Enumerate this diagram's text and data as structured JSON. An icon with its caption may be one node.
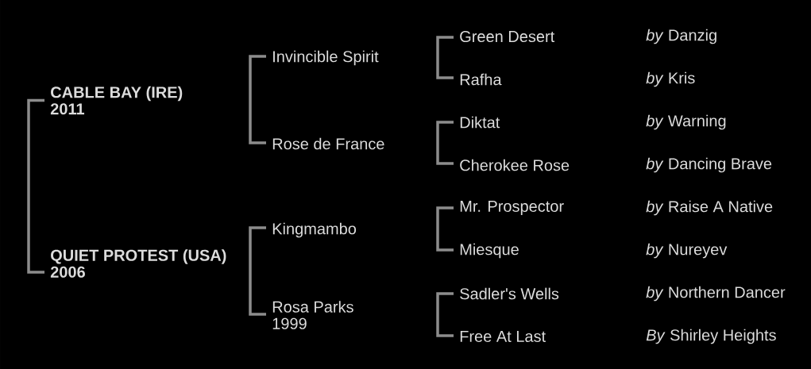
{
  "diagram": {
    "nodes": [
      {
        "text": [
          "CABLE BAY (IRE)",
          "2011"
        ]
      },
      {
        "text": [
          "QUIET PROTEST (USA)",
          "2006"
        ]
      },
      {
        "text": [
          "Invincible Spirit"
        ]
      },
      {
        "text": [
          "Rose de France"
        ]
      },
      {
        "text": [
          "Kingmambo"
        ]
      },
      {
        "text": [
          "Rosa Parks",
          "1999"
        ]
      },
      {
        "text": [
          "Green Desert"
        ]
      },
      {
        "text": [
          "Rafha"
        ]
      },
      {
        "text": [
          "Diktat"
        ]
      },
      {
        "text": [
          "Cherokee Rose"
        ]
      },
      {
        "text": [
          "Mr. Prospector"
        ]
      },
      {
        "text": [
          "Miesque"
        ]
      },
      {
        "text": [
          "Sadler's Wells"
        ]
      },
      {
        "text": [
          "Free At Last"
        ]
      }
    ],
    "edges": [
      {
        "from": 0,
        "to": 1,
        "arrow": "none"
      },
      {
        "from": 2,
        "to": 3,
        "arrow": "none"
      },
      {
        "from": 4,
        "to": 5,
        "arrow": "none"
      },
      {
        "from": 6,
        "to": 7,
        "arrow": "none"
      },
      {
        "from": 8,
        "to": 9,
        "arrow": "none"
      },
      {
        "from": 10,
        "to": 11,
        "arrow": "none"
      },
      {
        "from": 12,
        "to": 13,
        "arrow": "none"
      }
    ],
    "labels": [
      "*by* Danzig",
      "*by* Kris",
      "*by* Warning",
      "*by* Dancing Brave",
      "*by* Raise A Native",
      "*by* Nureyev",
      "*by* Northern Dancer",
      "*By* Shirley Heights"
    ]
  }
}
